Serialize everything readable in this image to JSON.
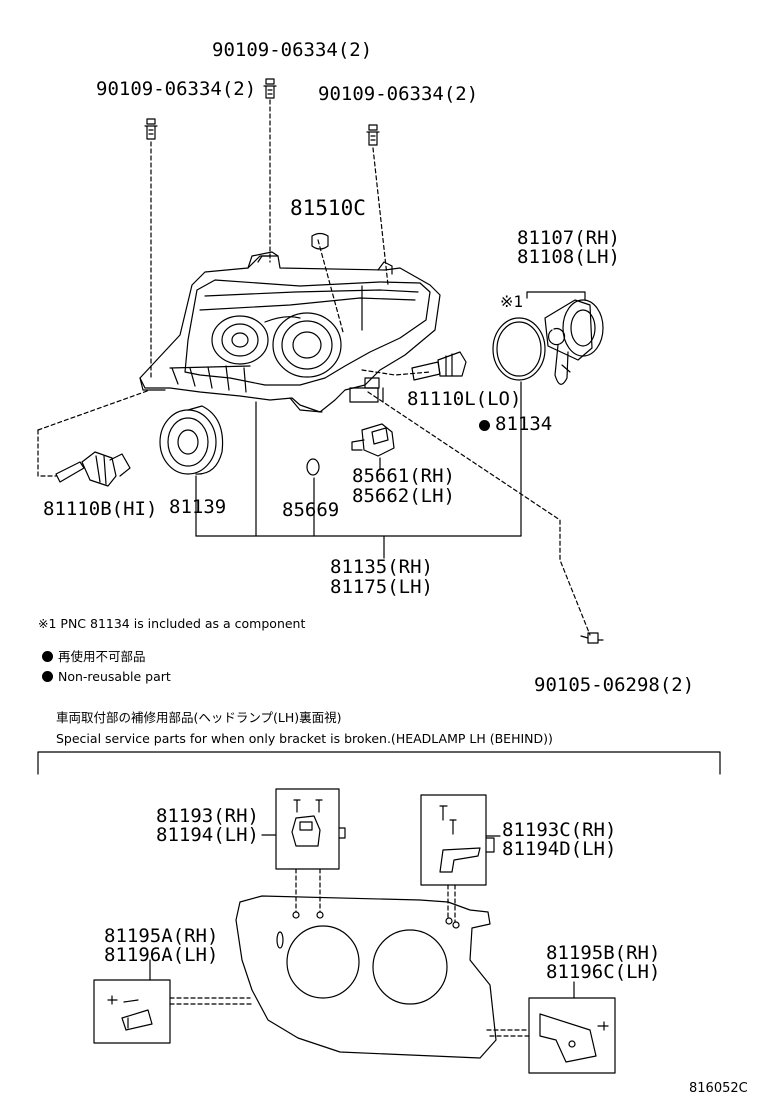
{
  "labels": {
    "bolt_top": "90109-06334(2)",
    "bolt_left": "90109-06334(2)",
    "bolt_right": "90109-06334(2)",
    "bulb_81510c": "81510C",
    "socket_rh": "81107(RH)",
    "socket_lh": "81108(LH)",
    "ref_mark": "※1",
    "bulb_lo": "81110L(LO)",
    "oring_81134": "81134",
    "bulb_hi": "81110B(HI)",
    "ring_81139": "81139",
    "part_85669": "85669",
    "actuator_rh": "85661(RH)",
    "actuator_lh": "85662(LH)",
    "assy_rh": "81135(RH)",
    "assy_lh": "81175(LH)",
    "screw_90105": "90105-06298(2)",
    "bracket_top_rh": "81193(RH)",
    "bracket_top_lh": "81194(LH)",
    "bracket_topr_rh": "81193C(RH)",
    "bracket_topr_lh": "81194D(LH)",
    "bracket_left_rh": "81195A(RH)",
    "bracket_left_lh": "81196A(LH)",
    "bracket_right_rh": "81195B(RH)",
    "bracket_right_lh": "81196C(LH)",
    "figure_code": "816052C"
  },
  "notes": {
    "component_note": "※1  PNC 81134 is included as a component",
    "nonreusable_jp": "再使用不可部品",
    "nonreusable_en": "Non-reusable part",
    "special_jp": "車両取付部の補修用部品(ヘッドランプ(LH)裏面視)",
    "special_en": "Special service parts for when only bracket is broken.(HEADLAMP LH (BEHIND))"
  }
}
